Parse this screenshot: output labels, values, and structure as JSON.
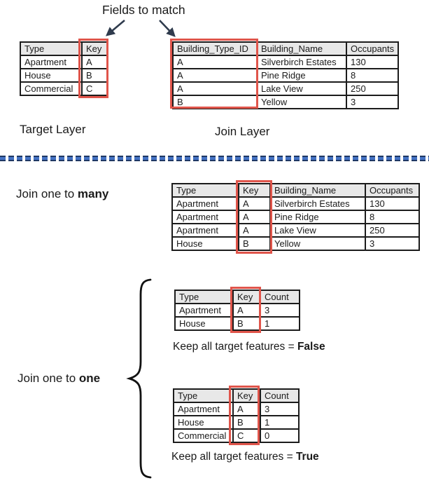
{
  "title": "Fields to match",
  "labels": {
    "target_layer": "Target Layer",
    "join_layer": "Join Layer",
    "join_many_prefix": "Join one to ",
    "join_many_bold": "many",
    "join_one_prefix": "Join one to ",
    "join_one_bold": "one",
    "keep_false_prefix": "Keep all target features = ",
    "keep_false_bold": "False",
    "keep_true_prefix": "Keep all target features = ",
    "keep_true_bold": "True"
  },
  "colors": {
    "highlight_red": "#e0554b",
    "arrow_navy": "#2f3b4d",
    "divider_blue": "#4472c4",
    "divider_edge": "#1f3864",
    "header_gray": "#e8e8e8"
  },
  "tables": {
    "target": {
      "headers": [
        "Type",
        "Key"
      ],
      "rows": [
        [
          "Apartment",
          "A"
        ],
        [
          "House",
          "B"
        ],
        [
          "Commercial",
          "C"
        ]
      ]
    },
    "join": {
      "headers": [
        "Building_Type_ID",
        "Building_Name",
        "Occupants"
      ],
      "rows": [
        [
          "A",
          "Silverbirch Estates",
          "130"
        ],
        [
          "A",
          "Pine Ridge",
          "8"
        ],
        [
          "A",
          "Lake View",
          "250"
        ],
        [
          "B",
          "Yellow",
          "3"
        ]
      ]
    },
    "one_to_many": {
      "headers": [
        "Type",
        "Key",
        "Building_Name",
        "Occupants"
      ],
      "rows": [
        [
          "Apartment",
          "A",
          "Silverbirch Estates",
          "130"
        ],
        [
          "Apartment",
          "A",
          "Pine Ridge",
          "8"
        ],
        [
          "Apartment",
          "A",
          "Lake View",
          "250"
        ],
        [
          "House",
          "B",
          "Yellow",
          "3"
        ]
      ]
    },
    "one_to_one_false": {
      "headers": [
        "Type",
        "Key",
        "Count"
      ],
      "rows": [
        [
          "Apartment",
          "A",
          "3"
        ],
        [
          "House",
          "B",
          "1"
        ]
      ]
    },
    "one_to_one_true": {
      "headers": [
        "Type",
        "Key",
        "Count"
      ],
      "rows": [
        [
          "Apartment",
          "A",
          "3"
        ],
        [
          "House",
          "B",
          "1"
        ],
        [
          "Commercial",
          "C",
          "0"
        ]
      ]
    }
  }
}
